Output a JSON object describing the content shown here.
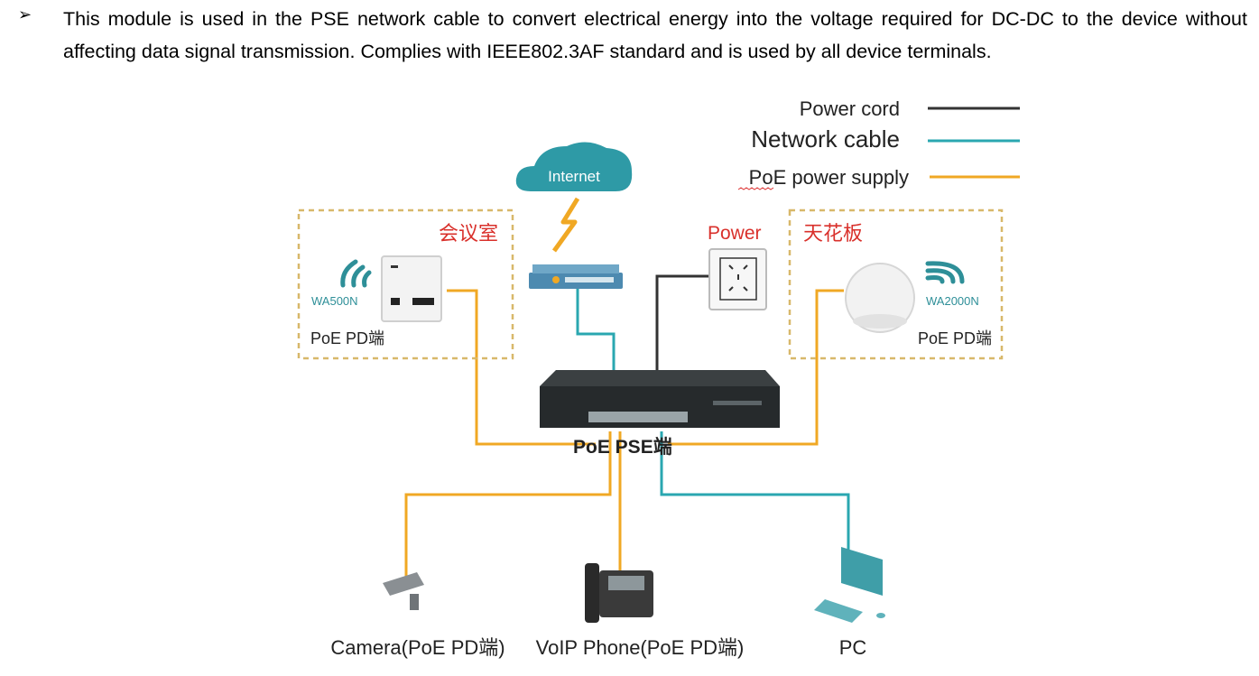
{
  "intro": {
    "bullet": "➢",
    "text": "This module is used in the PSE network cable to convert electrical energy into the voltage required for DC-DC to the device without affecting data signal transmission. Complies with IEEE802.3AF standard and is used by all device terminals."
  },
  "legend": {
    "items": [
      {
        "label": "Power cord",
        "color": "#333333"
      },
      {
        "label": "Network cable",
        "color": "#2aa7b0"
      },
      {
        "label": "PoE power supply",
        "color": "#f0a824"
      }
    ]
  },
  "nodes": {
    "internet": "Internet",
    "power": "Power",
    "meeting_room": "会议室",
    "ceiling": "天花板",
    "ap_left_model": "WA500N",
    "ap_left_role": "PoE PD端",
    "ap_right_model": "WA2000N",
    "ap_right_role": "PoE PD端",
    "switch_label": "PoE PSE端",
    "camera": "Camera(PoE PD端)",
    "phone": "VoIP Phone(PoE PD端)",
    "pc": "PC"
  },
  "colors": {
    "power": "#333333",
    "network": "#2aa7b0",
    "poe": "#f0a824",
    "red_label": "#d9302b",
    "teal_label": "#2e8f98",
    "cloud": "#2e9aa6",
    "switch_body": "#262a2c",
    "router_body": "#4d8ab0"
  }
}
